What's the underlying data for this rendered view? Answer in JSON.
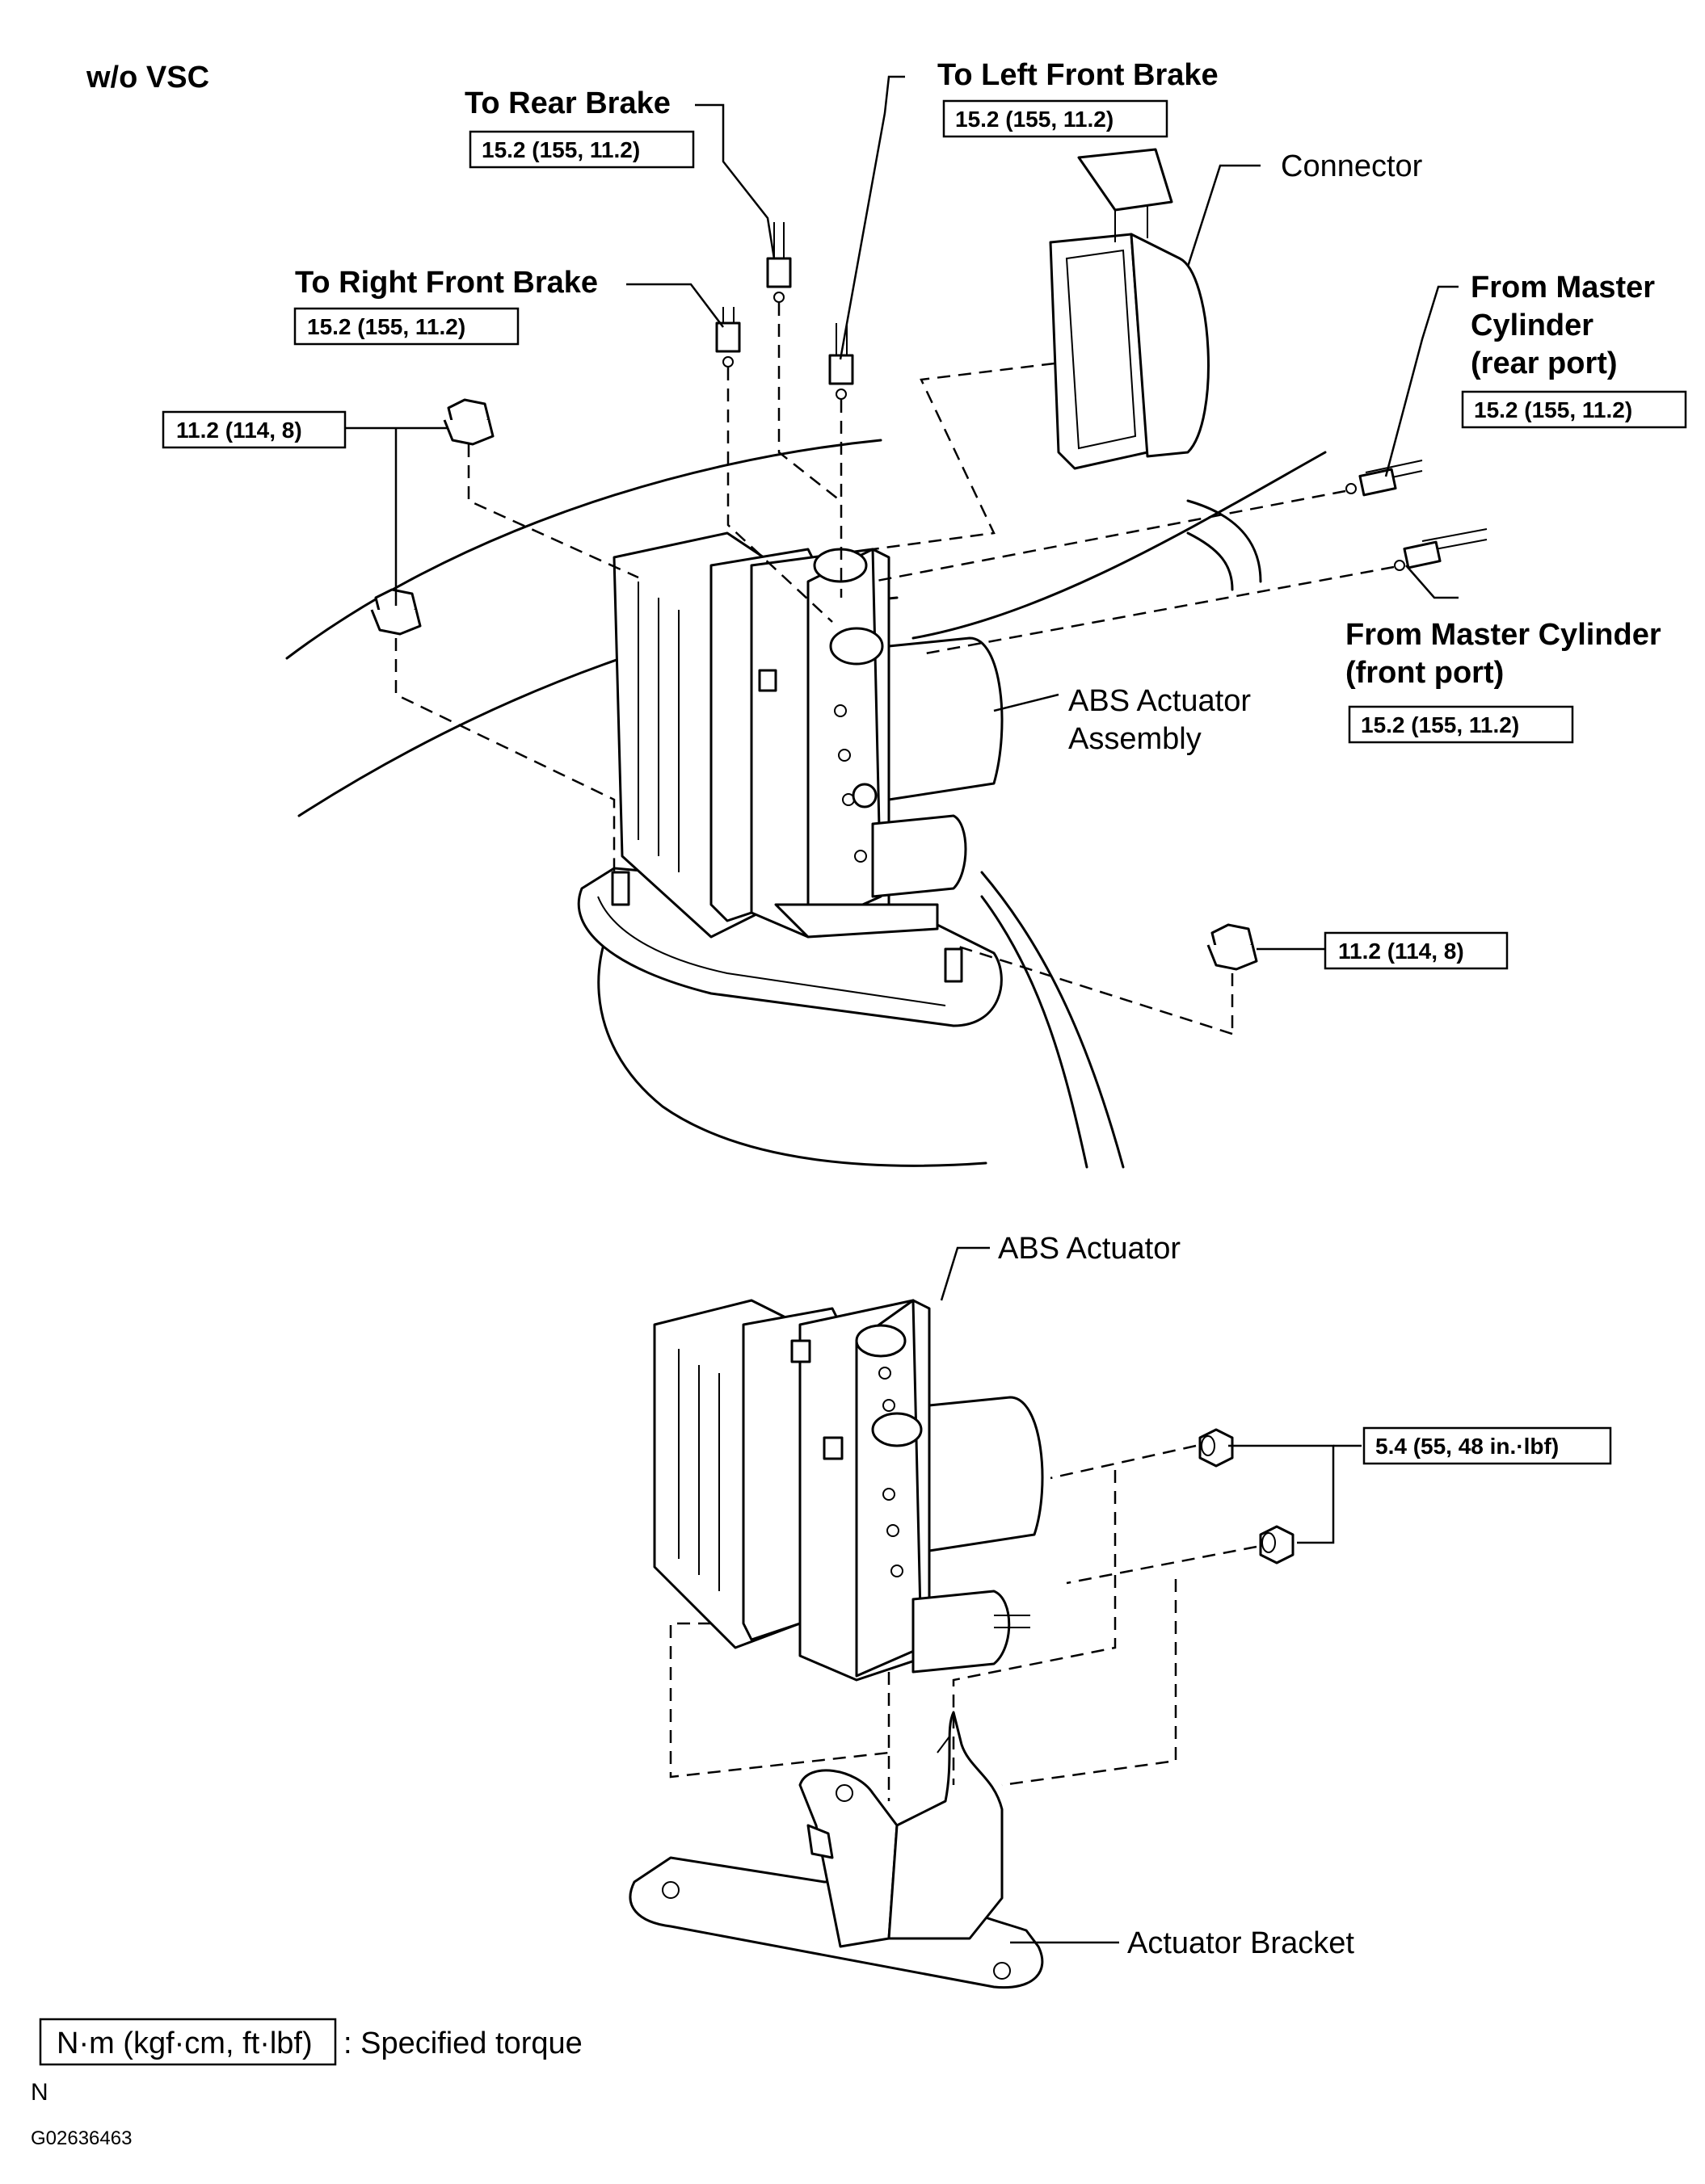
{
  "diagram": {
    "variant_label": "w/o VSC",
    "callouts": {
      "rear_brake": {
        "label": "To Rear Brake",
        "torque": "15.2 (155, 11.2)"
      },
      "left_front_brake": {
        "label": "To Left Front Brake",
        "torque": "15.2 (155, 11.2)"
      },
      "right_front_brake": {
        "label": "To Right Front Brake",
        "torque": "15.2 (155, 11.2)"
      },
      "connector": {
        "label": "Connector"
      },
      "master_rear": {
        "line1": "From Master",
        "line2": "Cylinder",
        "line3": "(rear port)",
        "torque": "15.2 (155, 11.2)"
      },
      "master_front": {
        "line1": "From Master Cylinder",
        "line2": "(front port)",
        "torque": "15.2 (155, 11.2)"
      },
      "nut_upper_left": {
        "torque": "11.2 (114, 8)"
      },
      "nut_right": {
        "torque": "11.2 (114, 8)"
      },
      "abs_assembly": {
        "line1": "ABS Actuator",
        "line2": "Assembly"
      },
      "abs_actuator": {
        "label": "ABS Actuator"
      },
      "bracket_bolts": {
        "torque": "5.4 (55, 48 in.·lbf)"
      },
      "actuator_bracket": {
        "label": "Actuator Bracket"
      }
    },
    "legend": {
      "unit": "N·m (kgf·cm, ft·lbf)",
      "description": ": Specified torque"
    },
    "footer": {
      "mark": "N",
      "code": "G02636463"
    }
  }
}
